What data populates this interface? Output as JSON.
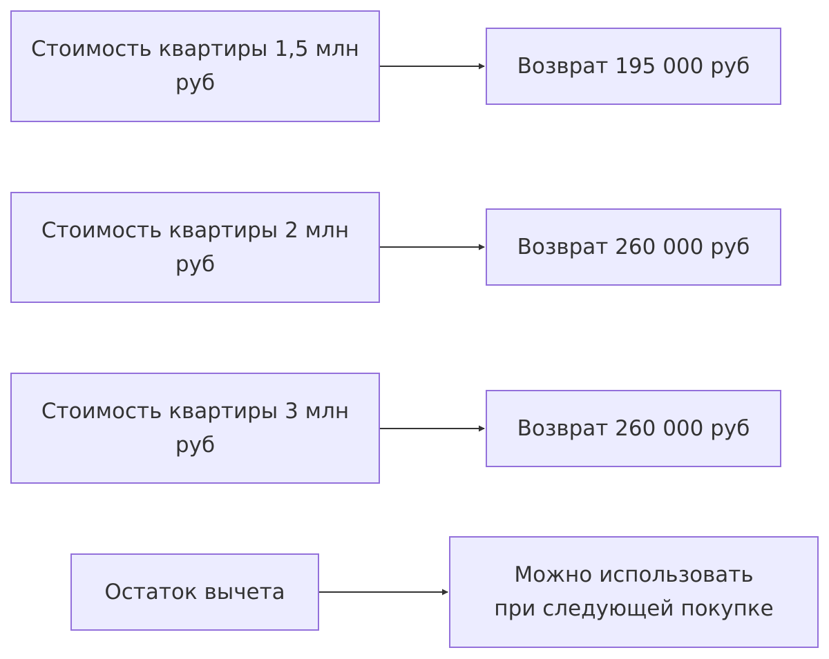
{
  "flowchart": {
    "nodes": [
      {
        "text": "Стоимость квартиры 1,5 млн руб"
      },
      {
        "text": "Возврат 195 000 руб"
      },
      {
        "text": "Стоимость квартиры 2 млн руб"
      },
      {
        "text": "Возврат 260 000 руб"
      },
      {
        "text": "Стоимость квартиры 3 млн руб"
      },
      {
        "text": "Возврат 260 000 руб"
      },
      {
        "text": "Остаток вычета"
      },
      {
        "text": "Можно использовать при следующей покупке"
      }
    ],
    "edges": [
      {
        "from": 0,
        "to": 1
      },
      {
        "from": 2,
        "to": 3
      },
      {
        "from": 4,
        "to": 5
      },
      {
        "from": 6,
        "to": 7
      }
    ],
    "colors": {
      "node_fill": "#ececff",
      "node_border": "#9370db",
      "text": "#333333",
      "edge": "#333333"
    }
  }
}
